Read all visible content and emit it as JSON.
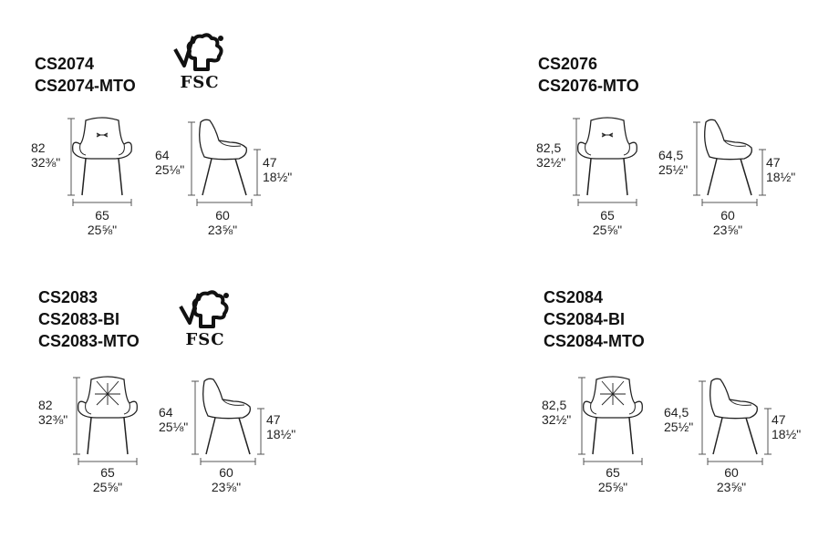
{
  "products": [
    {
      "codes": [
        "CS2074",
        "CS2074-MTO"
      ],
      "fsc": "FSC",
      "front_height": {
        "cm": "82",
        "in": "32⅜\""
      },
      "front_width": {
        "cm": "65",
        "in": "25⅝\""
      },
      "side_height": {
        "cm": "64",
        "in": "25⅛\""
      },
      "seat_height": {
        "cm": "47",
        "in": "18½\""
      },
      "side_depth": {
        "cm": "60",
        "in": "23⅝\""
      },
      "tufted": false
    },
    {
      "codes": [
        "CS2076",
        "CS2076-MTO"
      ],
      "fsc": "",
      "front_height": {
        "cm": "82,5",
        "in": "32½\""
      },
      "front_width": {
        "cm": "65",
        "in": "25⅝\""
      },
      "side_height": {
        "cm": "64,5",
        "in": "25½\""
      },
      "seat_height": {
        "cm": "47",
        "in": "18½\""
      },
      "side_depth": {
        "cm": "60",
        "in": "23⅝\""
      },
      "tufted": false
    },
    {
      "codes": [
        "CS2083",
        "CS2083-BI",
        "CS2083-MTO"
      ],
      "fsc": "FSC",
      "front_height": {
        "cm": "82",
        "in": "32⅜\""
      },
      "front_width": {
        "cm": "65",
        "in": "25⅝\""
      },
      "side_height": {
        "cm": "64",
        "in": "25⅛\""
      },
      "seat_height": {
        "cm": "47",
        "in": "18½\""
      },
      "side_depth": {
        "cm": "60",
        "in": "23⅝\""
      },
      "tufted": true
    },
    {
      "codes": [
        "CS2084",
        "CS2084-BI",
        "CS2084-MTO"
      ],
      "fsc": "",
      "front_height": {
        "cm": "82,5",
        "in": "32½\""
      },
      "front_width": {
        "cm": "65",
        "in": "25⅝\""
      },
      "side_height": {
        "cm": "64,5",
        "in": "25½\""
      },
      "seat_height": {
        "cm": "47",
        "in": "18½\""
      },
      "side_depth": {
        "cm": "60",
        "in": "23⅝\""
      },
      "tufted": true
    }
  ]
}
